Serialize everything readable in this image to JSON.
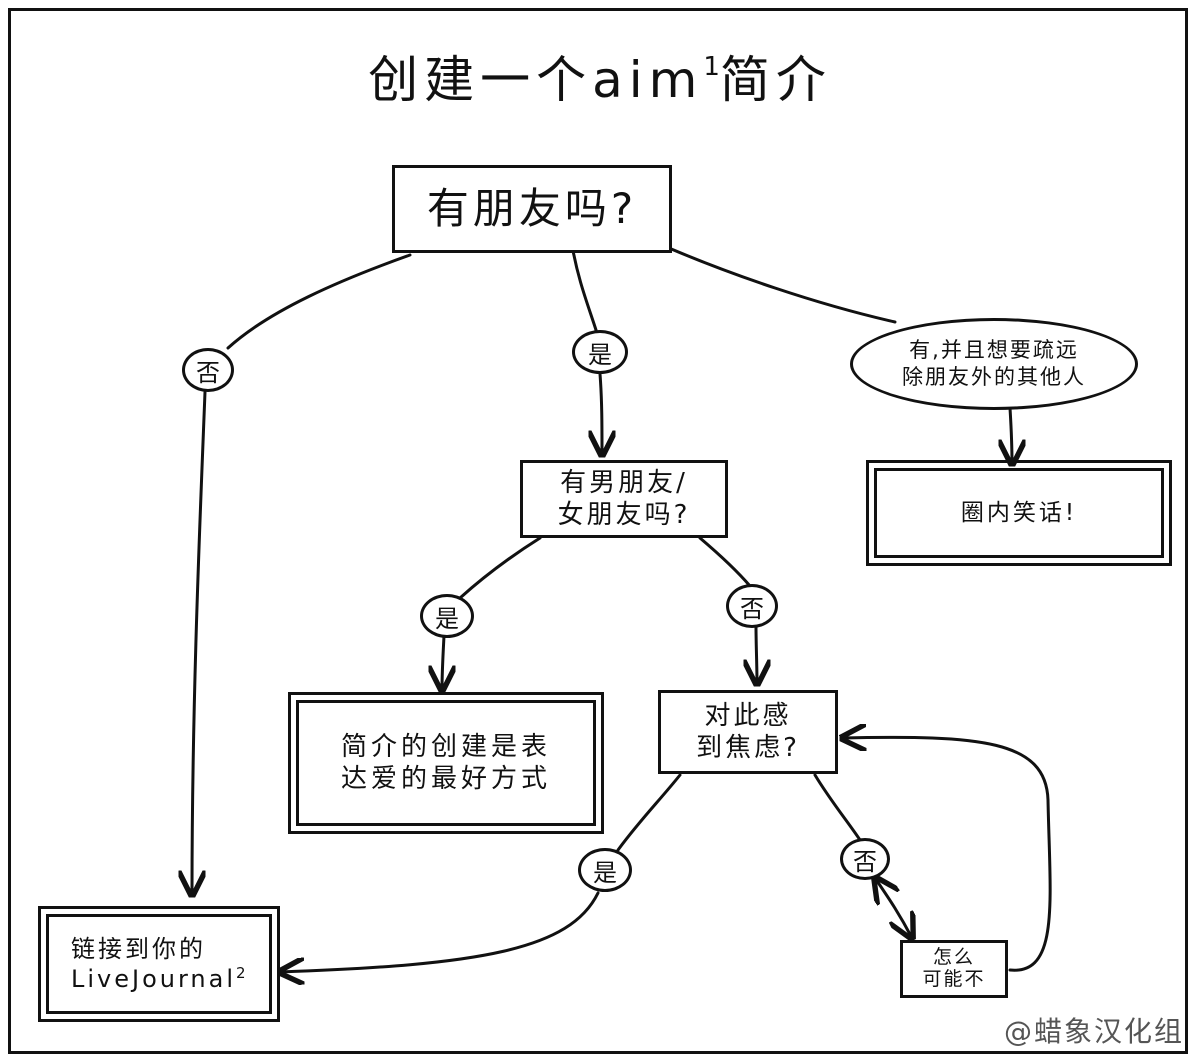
{
  "title": {
    "main": "创建一个aim",
    "sup": "1",
    "tail": "简介"
  },
  "nodes": {
    "start": "有朋友吗?",
    "partner_q": "有男朋友/\n女朋友吗?",
    "others_cond": "有,并且想要疏远\n除朋友外的其他人",
    "inside_joke": "圈内笑话!",
    "love_result": "简介的创建是表\n达爱的最好方式",
    "anxious_q": "对此感\n到焦虑?",
    "livejournal_line1": "链接到你的",
    "livejournal_line2": "LiveJournal",
    "livejournal_sup": "2",
    "how_not": "怎么\n可能不"
  },
  "labels": {
    "no_1": "否",
    "yes_1": "是",
    "yes_2": "是",
    "no_2": "否",
    "yes_3": "是",
    "no_3": "否"
  },
  "credit": "@蜡象汉化组"
}
